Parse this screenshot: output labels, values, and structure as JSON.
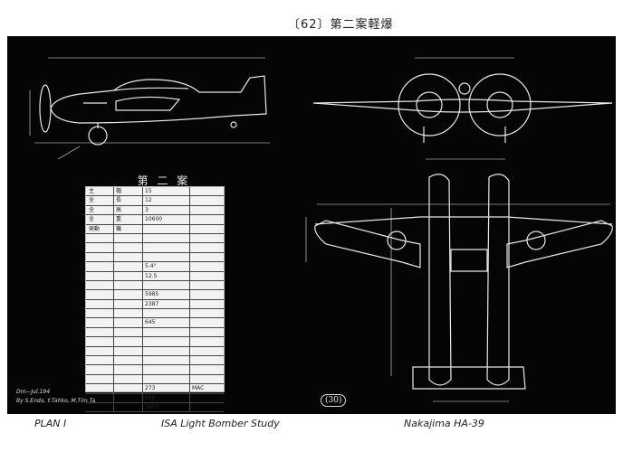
{
  "header": {
    "title": "〔62〕第二案軽爆"
  },
  "sheet": {
    "table_title": "第 二 案",
    "rows": [
      {
        "a": "主",
        "b": "幅",
        "c": "15",
        "d": ""
      },
      {
        "a": "全",
        "b": "長",
        "c": "12",
        "d": ""
      },
      {
        "a": "全",
        "b": "高",
        "c": "3",
        "d": ""
      },
      {
        "a": "全",
        "b": "重",
        "c": "10600",
        "d": ""
      },
      {
        "a": "発動",
        "b": "機",
        "c": "",
        "d": ""
      },
      {
        "a": "",
        "b": "",
        "c": "",
        "d": ""
      },
      {
        "a": "",
        "b": "",
        "c": "",
        "d": ""
      },
      {
        "a": "",
        "b": "",
        "c": "",
        "d": ""
      },
      {
        "a": "",
        "b": "",
        "c": "5.4°",
        "d": ""
      },
      {
        "a": "",
        "b": "",
        "c": "12.5",
        "d": ""
      },
      {
        "a": "",
        "b": "",
        "c": "",
        "d": ""
      },
      {
        "a": "",
        "b": "",
        "c": "5985",
        "d": ""
      },
      {
        "a": "",
        "b": "",
        "c": "2387",
        "d": ""
      },
      {
        "a": "",
        "b": "",
        "c": "",
        "d": ""
      },
      {
        "a": "",
        "b": "",
        "c": "645",
        "d": ""
      },
      {
        "a": "",
        "b": "",
        "c": "",
        "d": ""
      },
      {
        "a": "",
        "b": "",
        "c": "",
        "d": ""
      },
      {
        "a": "",
        "b": "",
        "c": "",
        "d": ""
      },
      {
        "a": "",
        "b": "",
        "c": "",
        "d": ""
      },
      {
        "a": "",
        "b": "",
        "c": "",
        "d": ""
      },
      {
        "a": "",
        "b": "",
        "c": "",
        "d": ""
      },
      {
        "a": "",
        "b": "",
        "c": "273",
        "d": "MAC"
      },
      {
        "a": "",
        "b": "",
        "c": "650",
        "d": ""
      },
      {
        "a": "",
        "b": "",
        "c": "1677",
        "d": ""
      }
    ],
    "credit_line1": "Dm—Jul.194",
    "credit_line2": "By S.Endo, Y.Tahko, M.Tim Ta",
    "page_num": "(30)"
  },
  "captions": {
    "left": "PLAN I",
    "center": "ISA Light Bomber Study",
    "right": "Nakajima  HA-39"
  }
}
